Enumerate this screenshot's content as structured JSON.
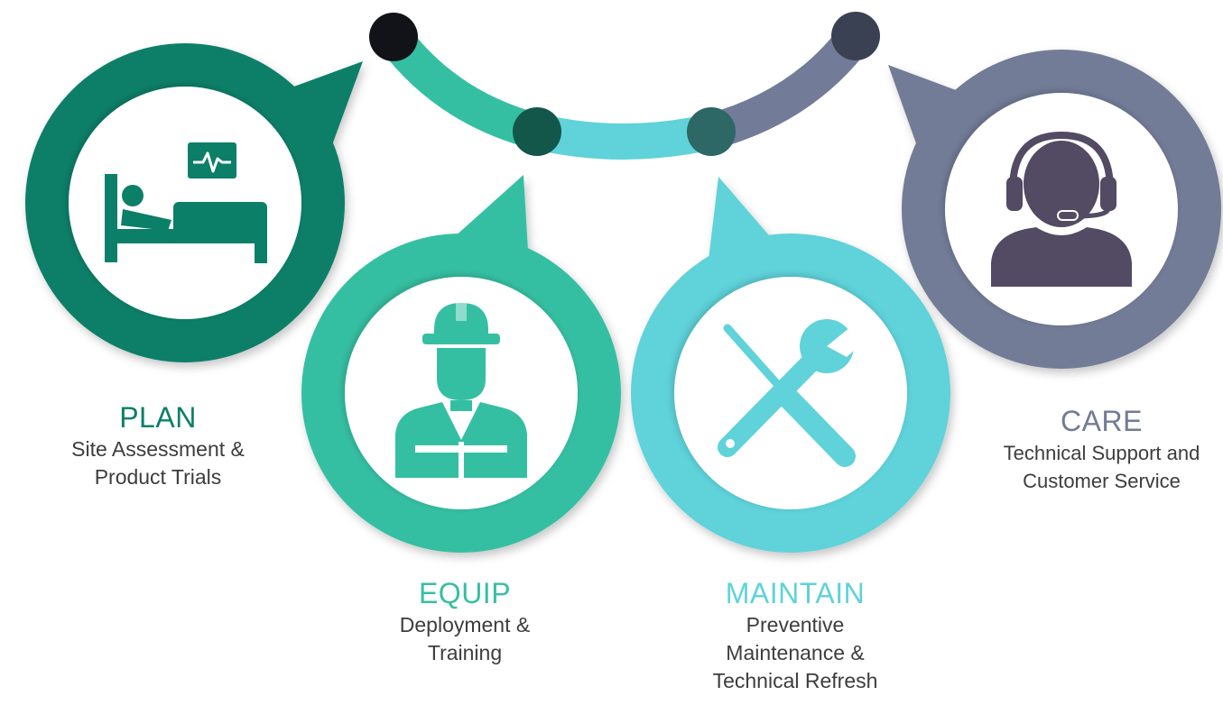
{
  "colors": {
    "plan": "#0b7f68",
    "equip": "#35bfa2",
    "maintain": "#5fd2da",
    "care": "#727b97",
    "care_icon": "#534a63"
  },
  "stages": [
    {
      "id": "plan",
      "title": "PLAN",
      "icon": "hospital-bed-icon",
      "description": [
        "Site Assessment &",
        "Product Trials"
      ]
    },
    {
      "id": "equip",
      "title": "EQUIP",
      "icon": "worker-hardhat-icon",
      "description": [
        "Deployment &",
        "Training"
      ]
    },
    {
      "id": "maintain",
      "title": "MAINTAIN",
      "icon": "wrench-screwdriver-icon",
      "description": [
        "Preventive",
        "Maintenance &",
        "Technical Refresh"
      ]
    },
    {
      "id": "care",
      "title": "CARE",
      "icon": "headset-support-icon",
      "description": [
        "Technical Support and",
        "Customer Service"
      ]
    }
  ]
}
